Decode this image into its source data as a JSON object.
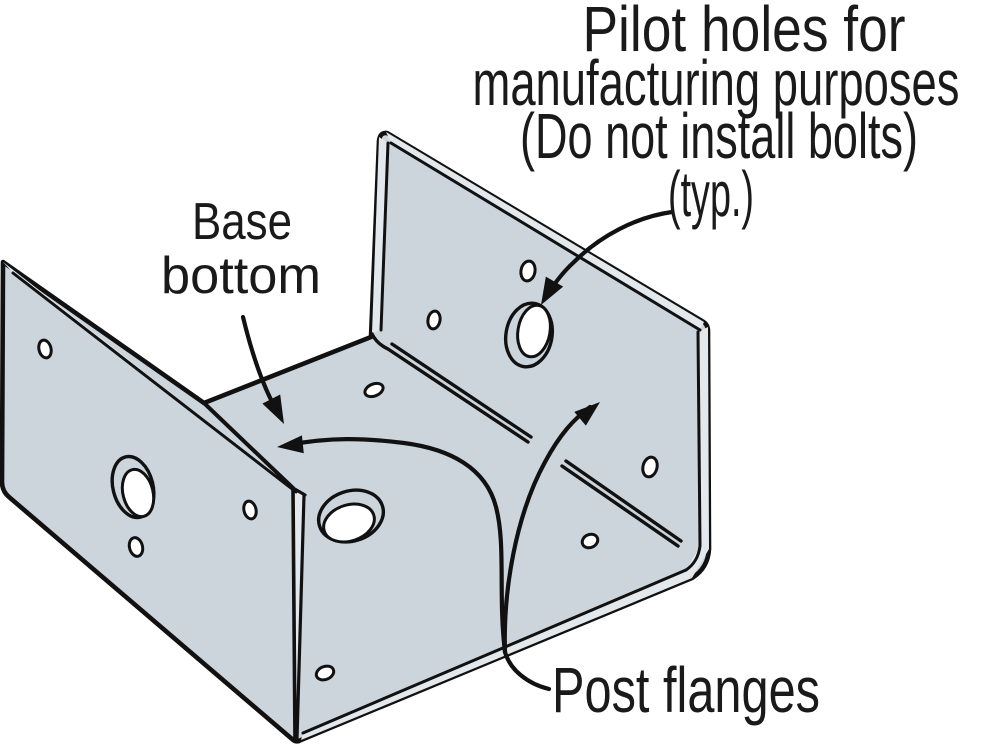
{
  "figure": {
    "description": "Isometric line drawing of a sheet-metal post base bracket with two upright post flanges and a base bottom",
    "metal_color": "#ccd5dc",
    "edge_highlight_color": "#e2e8ec",
    "outline_color": "#111111",
    "background_color": "#ffffff",
    "text_color": "#1a1a1a",
    "hole_counts": {
      "left_post_flange": {
        "large_bolt_holes": 1,
        "small_pilot_holes": 3
      },
      "right_post_flange": {
        "large_bolt_holes": 1,
        "small_pilot_holes": 4
      },
      "base_bottom": {
        "large_bolt_holes": 1,
        "small_pilot_holes": 2
      }
    }
  },
  "labels": {
    "pilot": {
      "line1": "Pilot holes for",
      "line2": "manufacturing purposes",
      "line3": "(Do not install bolts)",
      "line4": "(typ.)"
    },
    "base_bottom": {
      "line1": "Base",
      "line2": "bottom"
    },
    "post_flanges": {
      "line1": "Post flanges"
    }
  }
}
